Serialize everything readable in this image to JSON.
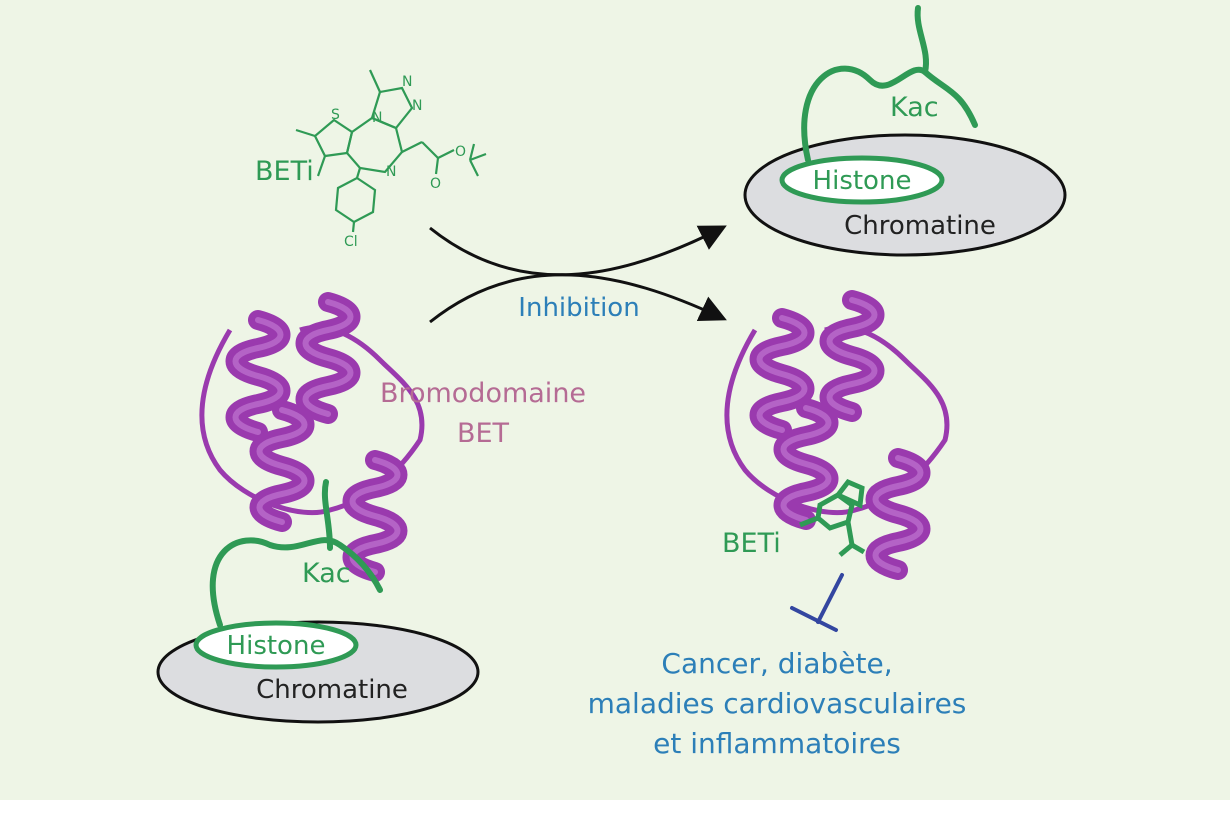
{
  "colors": {
    "background": "#eef5e6",
    "green": "#2f9a55",
    "helix_purple": "#9a3aae",
    "pink_label": "#b56b94",
    "blue": "#2c7fb8",
    "inhibit_bar": "#3346a0",
    "chromatin_fill": "#dcdde0"
  },
  "molecule": {
    "label": "BETi",
    "atoms": {
      "s": "S",
      "n1": "N",
      "n2": "N",
      "n3": "N",
      "n4": "N",
      "o1": "O",
      "o2": "O",
      "cl": "Cl"
    }
  },
  "arrow": {
    "label": "Inhibition"
  },
  "left_complex": {
    "domain_label_line1": "Bromodomaine",
    "domain_label_line2": "BET",
    "kac": "Kac",
    "histone": "Histone",
    "chromatin": "Chromatine"
  },
  "top_right": {
    "kac": "Kac",
    "histone": "Histone",
    "chromatin": "Chromatine"
  },
  "bottom_right": {
    "inhibitor_label": "BETi",
    "diseases": [
      "Cancer, diabète,",
      "maladies cardiovasculaires",
      "et inflammatoires"
    ]
  }
}
